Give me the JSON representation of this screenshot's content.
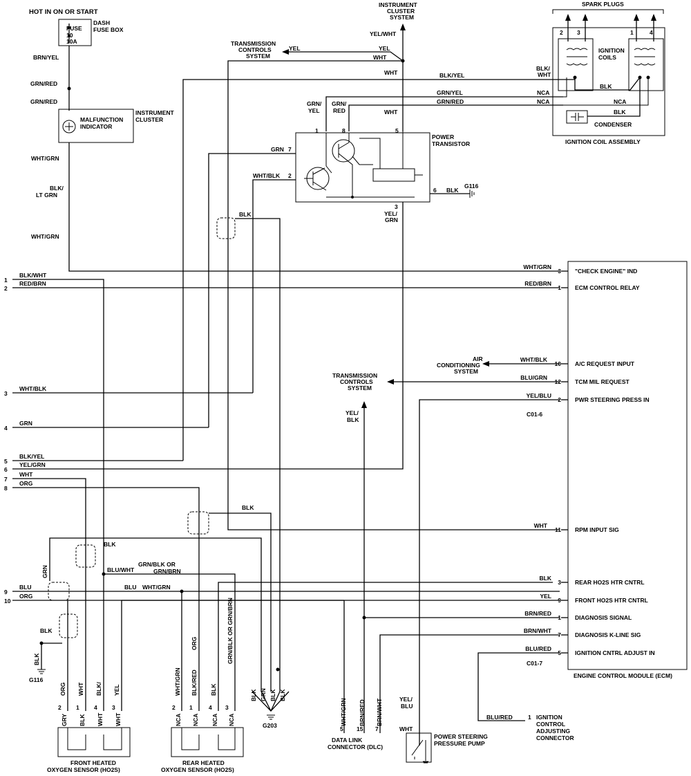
{
  "power": {
    "hot": "HOT IN ON OR START",
    "fuse": "FUSE",
    "fuse_no": "10",
    "fuse_amp": "10A",
    "dash1": "DASH",
    "dash2": "FUSE BOX"
  },
  "instrument_cluster": {
    "label1": "INSTRUMENT",
    "label2": "CLUSTER",
    "mil1": "MALFUNCTION",
    "mil2": "INDICATOR"
  },
  "top": {
    "ic1": "INSTRUMENT",
    "ic2": "CLUSTER",
    "ic3": "SYSTEM",
    "tcs1": "TRANSMISSION",
    "tcs2": "CONTROLS",
    "tcs3": "SYSTEM"
  },
  "spark": {
    "title": "SPARK PLUGS",
    "p1": "2",
    "p2": "3",
    "p3": "1",
    "p4": "4",
    "coils1": "IGNITION",
    "coils2": "COILS",
    "condenser": "CONDENSER",
    "assembly": "IGNITION COIL ASSEMBLY"
  },
  "transistor": {
    "label1": "POWER",
    "label2": "TRANSISTOR",
    "pins": [
      "1",
      "8",
      "5",
      "7",
      "2",
      "6",
      "3"
    ],
    "ground": "G116"
  },
  "ecm": {
    "title": "ENGINE CONTROL MODULE (ECM)",
    "connector1": "C01-6",
    "connector2": "C01-7",
    "pins": [
      {
        "pin": "3",
        "wire": "WHT/GRN",
        "name": "\"CHECK ENGINE\" IND"
      },
      {
        "pin": "1",
        "wire": "RED/BRN",
        "name": "ECM CONTROL RELAY"
      },
      {
        "pin": "10",
        "wire": "WHT/BLK",
        "name": "A/C REQUEST INPUT"
      },
      {
        "pin": "12",
        "wire": "BLU/GRN",
        "name": "TCM MIL REQUEST"
      },
      {
        "pin": "2",
        "wire": "YEL/BLU",
        "name": "PWR STEERING PRESS IN"
      },
      {
        "pin": "11",
        "wire": "WHT",
        "name": "RPM INPUT SIG"
      },
      {
        "pin": "3",
        "wire": "BLK",
        "name": "REAR HO2S HTR CNTRL"
      },
      {
        "pin": "9",
        "wire": "YEL",
        "name": "FRONT HO2S HTR CNTRL"
      },
      {
        "pin": "1",
        "wire": "BRN/RED",
        "name": "DIAGNOSIS SIGNAL"
      },
      {
        "pin": "7",
        "wire": "BRN/WHT",
        "name": "DIAGNOSIS K-LINE SIG"
      },
      {
        "pin": "5",
        "wire": "BLU/RED",
        "name": "IGNITION CNTRL ADJUST IN"
      }
    ]
  },
  "ac": {
    "l1": "AIR",
    "l2": "CONDITIONING",
    "l3": "SYSTEM"
  },
  "left_pins": [
    {
      "num": "1",
      "wire": "BLK/WHT"
    },
    {
      "num": "2",
      "wire": "RED/BRN"
    },
    {
      "num": "3",
      "wire": "WHT/BLK"
    },
    {
      "num": "4",
      "wire": "GRN"
    },
    {
      "num": "5",
      "wire": "BLK/YEL"
    },
    {
      "num": "6",
      "wire": "YEL/GRN"
    },
    {
      "num": "7",
      "wire": "WHT"
    },
    {
      "num": "8",
      "wire": "ORG"
    },
    {
      "num": "9",
      "wire": "BLU"
    },
    {
      "num": "10",
      "wire": "ORG"
    }
  ],
  "wires": {
    "brn_yel": "BRN/YEL",
    "grn_red": "GRN/RED",
    "wht_grn": "WHT/GRN",
    "blk_lt_grn1": "BLK/",
    "blk_lt_grn2": "LT GRN",
    "yel_wht": "YEL/WHT",
    "yel": "YEL",
    "wht": "WHT",
    "blk_yel": "BLK/YEL",
    "blk_wht1": "BLK/",
    "blk_wht2": "WHT",
    "grn_yel": "GRN/YEL",
    "nca": "NCA",
    "blk": "BLK",
    "grn_yel_v1": "GRN/",
    "grn_yel_v2": "YEL",
    "grn_red_v1": "GRN/",
    "grn_red_v2": "RED",
    "grn": "GRN",
    "wht_blk": "WHT/BLK",
    "yel_grn1": "YEL/",
    "yel_grn2": "GRN",
    "yel_blk1": "YEL/",
    "yel_blk2": "BLK",
    "blu_wht": "BLU/WHT",
    "grn_blk_or1": "GRN/BLK OR",
    "grn_blk_or2": "GRN/BRN",
    "blu": "BLU",
    "blu_red": "BLU/RED",
    "org": "ORG",
    "yel_blu1": "YEL/",
    "yel_blu2": "BLU",
    "brn_red": "BRN/RED",
    "brn_wht": "BRN/WHT",
    "blk_red": "BLK/RED",
    "gry": "GRY",
    "grn_blk_or_brn": "GRN/BLK OR GRN/BRN"
  },
  "sensors": {
    "front1": "FRONT HEATED",
    "front2": "OXYGEN SENSOR (HO2S)",
    "rear1": "REAR HEATED",
    "rear2": "OXYGEN SENSOR (HO2S)",
    "front_pins": [
      {
        "n": "2",
        "w": "GRY"
      },
      {
        "n": "1",
        "w": "BLK"
      },
      {
        "n": "4",
        "w": "WHT"
      },
      {
        "n": "3",
        "w": "WHT"
      }
    ],
    "rear_pins": [
      {
        "n": "2",
        "w": "NCA"
      },
      {
        "n": "1",
        "w": "NCA"
      },
      {
        "n": "4",
        "w": "NCA"
      },
      {
        "n": "3",
        "w": "NCA"
      }
    ]
  },
  "grounds": {
    "g116": "G116",
    "g203": "G203"
  },
  "dlc": {
    "label1": "DATA LINK",
    "label2": "CONNECTOR (DLC)",
    "pins": [
      "5",
      "15",
      "7"
    ]
  },
  "ps": {
    "label1": "POWER STEERING",
    "label2": "PRESSURE PUMP"
  },
  "ica": {
    "pin": "1",
    "l1": "IGNITION",
    "l2": "CONTROL",
    "l3": "ADJUSTING",
    "l4": "CONNECTOR"
  }
}
